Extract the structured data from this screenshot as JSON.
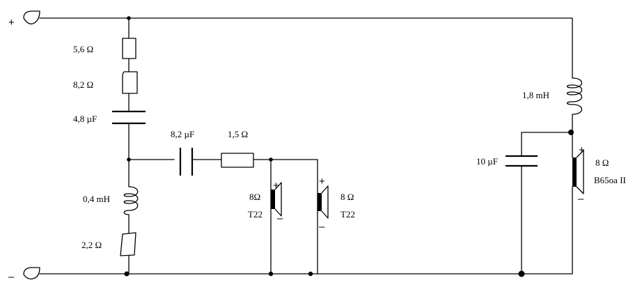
{
  "terminals": {
    "plus": "+",
    "minus": "–"
  },
  "components": {
    "r_5_6": "5,6 Ω",
    "r_8_2": "8,2 Ω",
    "c_4_8": "4,8 µF",
    "c_8_2": "8,2 µF",
    "r_1_5": "1,5 Ω",
    "l_0_4": "0,4 mH",
    "r_2_2": "2,2 Ω",
    "l_1_8": "1,8 mH",
    "c_10": "10 µF"
  },
  "speakers": {
    "tweeter_1": {
      "impedance": "8Ω",
      "model": "T22",
      "plus": "+",
      "minus": "–"
    },
    "tweeter_2": {
      "impedance": "8 Ω",
      "model": "T22",
      "plus": "+",
      "minus": "–"
    },
    "woofer": {
      "impedance": "8 Ω",
      "model": "B65oa II",
      "plus": "+",
      "minus": "–"
    }
  }
}
